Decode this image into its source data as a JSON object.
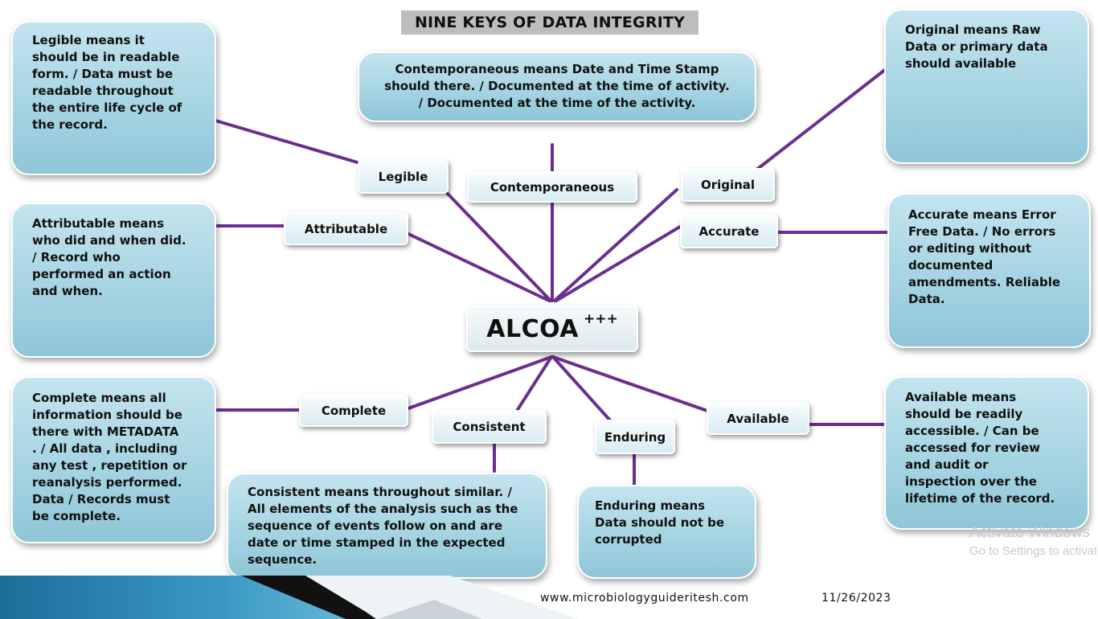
{
  "title": "NINE KEYS OF DATA INTEGRITY",
  "center": {
    "label": "ALCOA",
    "superscript": "+++"
  },
  "keys": {
    "legible": "Legible",
    "contemporaneous": "Contemporaneous",
    "original": "Original",
    "attributable": "Attributable",
    "accurate": "Accurate",
    "complete": "Complete",
    "consistent": "Consistent",
    "enduring": "Enduring",
    "available": "Available"
  },
  "descriptions": {
    "legible": "Legible means it\nshould be in readable\nform. / Data must be\nreadable throughout\nthe entire life cycle of\nthe record.",
    "contemporaneous": "Contemporaneous means Date and Time Stamp\nshould there. / Documented at the time of activity.\n/ Documented at the time of the activity.",
    "original": "Original means Raw\nData or primary data\nshould available",
    "attributable": "Attributable means\nwho did and when did.\n/ Record who\nperformed an action\nand when.",
    "accurate": "Accurate means Error\nFree Data. / No errors\nor editing without\ndocumented\namendments. Reliable\nData.",
    "complete": "Complete means all\ninformation should be\nthere with METADATA\n. / All data , including\nany test , repetition or\nreanalysis performed.\nData / Records must\nbe complete.",
    "consistent": "Consistent means throughout similar.  /\nAll elements of the analysis such as the\nsequence of events follow on and are\ndate or time stamped in the expected\nsequence.",
    "enduring": "Enduring means\nData should not be\ncorrupted",
    "available": "Available means\nshould be readily\naccessible. / Can be\naccessed for review\nand audit or\ninspection over the\nlifetime of the record."
  },
  "footer": {
    "url": "www.microbiologyguideritesh.com",
    "date": "11/26/2023"
  },
  "watermark": {
    "line1": "Activate Windows",
    "line2": "Go to Settings to activate Windows."
  },
  "colors": {
    "connector": "#6a2f8f",
    "box": "#a6d4e3"
  }
}
